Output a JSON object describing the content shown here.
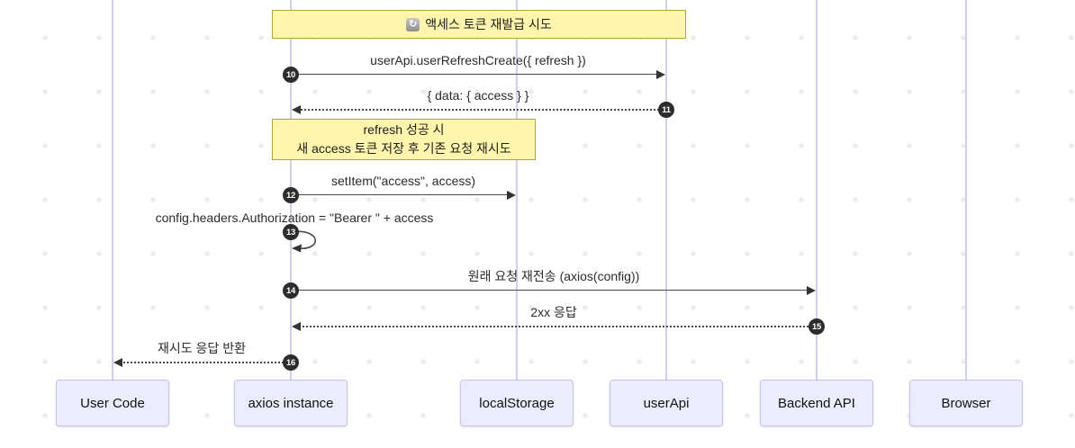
{
  "diagram": {
    "type": "sequence",
    "actors": [
      "User Code",
      "axios instance",
      "localStorage",
      "userApi",
      "Backend API",
      "Browser"
    ],
    "notes": [
      {
        "icon": "refresh-icon",
        "text": "액세스 토큰 재발급 시도",
        "over": [
          "axios instance",
          "userApi"
        ]
      },
      {
        "lines": [
          "refresh 성공 시",
          "새 access 토큰 저장 후 기존 요청 재시도"
        ],
        "over": [
          "axios instance",
          "localStorage"
        ]
      }
    ],
    "messages": [
      {
        "num": "10",
        "label": "userApi.userRefreshCreate({ refresh })",
        "from": "axios instance",
        "to": "userApi",
        "style": "solid"
      },
      {
        "num": "11",
        "label": "{ data: { access } }",
        "from": "userApi",
        "to": "axios instance",
        "style": "dotted"
      },
      {
        "num": "12",
        "label": "setItem(\"access\", access)",
        "from": "axios instance",
        "to": "localStorage",
        "style": "solid"
      },
      {
        "num": "13",
        "label": "config.headers.Authorization = \"Bearer \" + access",
        "from": "axios instance",
        "to": "axios instance",
        "style": "self"
      },
      {
        "num": "14",
        "label": "원래 요청 재전송 (axios(config))",
        "from": "axios instance",
        "to": "Backend API",
        "style": "solid"
      },
      {
        "num": "15",
        "label": "2xx 응답",
        "from": "Backend API",
        "to": "axios instance",
        "style": "dotted"
      },
      {
        "num": "16",
        "label": "재시도 응답 반환",
        "from": "axios instance",
        "to": "User Code",
        "style": "dotted"
      }
    ],
    "colors": {
      "note_fill": "#FFF5AD",
      "note_border": "#AAAA33",
      "actor_fill": "#ECECFF",
      "actor_border": "#C5C5E8",
      "lifeline": "#CFCFF2",
      "arrow": "#4A4A4A",
      "badge": "#2D2D2D",
      "background_dot": "#ECECEC"
    },
    "refresh_icon_glyph": "↻"
  }
}
